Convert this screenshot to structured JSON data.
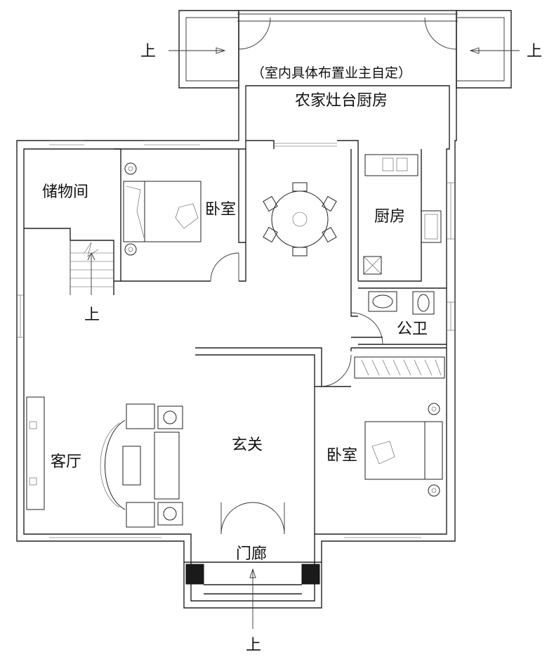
{
  "labels": {
    "note": "（室内具体布置业主自定）",
    "farm_kitchen": "农家灶台厨房",
    "storage": "储物间",
    "bedroom_top": "卧室",
    "kitchen": "厨房",
    "public_bath": "公卫",
    "living_room": "客厅",
    "foyer": "玄关",
    "bedroom_bottom": "卧室",
    "porch": "门廊"
  },
  "stair_marks": {
    "left": "上",
    "right": "上",
    "stair": "上",
    "bottom": "上"
  }
}
